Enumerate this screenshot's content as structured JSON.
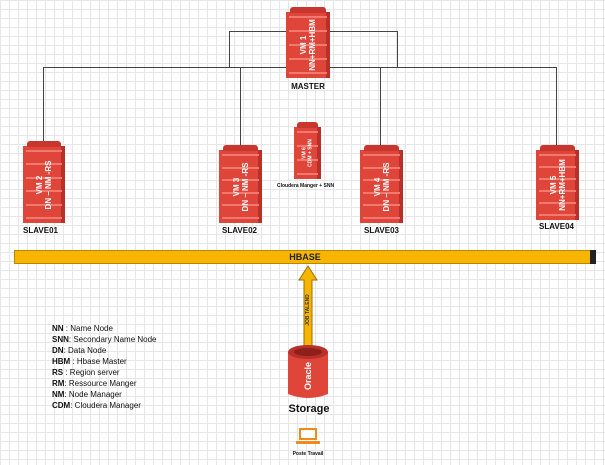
{
  "master": {
    "vm": "VM 1",
    "roles": "NN+RM+HBM",
    "label": "MASTER"
  },
  "slaves": [
    {
      "vm": "VM 2",
      "roles": "DN – NM -RS",
      "label": "SLAVE01"
    },
    {
      "vm": "VM 3",
      "roles": "DN – NM -RS",
      "label": "SLAVE02"
    },
    {
      "vm": "VM 4",
      "roles": "DN – NM -RS",
      "label": "SLAVE03"
    },
    {
      "vm": "VM 5",
      "roles": "NN+RM+HBM",
      "label": "SLAVE04"
    }
  ],
  "cloudera": {
    "vm": "VM 6",
    "roles": "CDM + SNN",
    "label": "Cloudera Manger + SNN"
  },
  "hbase": {
    "label": "HBASE"
  },
  "job": {
    "label": "JOB TALEND"
  },
  "storage": {
    "db": "Oracle",
    "label": "Storage"
  },
  "workstation": {
    "label": "Poste Travail"
  },
  "legend": [
    {
      "abbr": "NN",
      "sep": " : ",
      "desc": "Name Node"
    },
    {
      "abbr": "SNN",
      "sep": ": ",
      "desc": "Secondary Name Node"
    },
    {
      "abbr": "DN",
      "sep": ": ",
      "desc": "Data Node"
    },
    {
      "abbr": "HBM",
      "sep": " : ",
      "desc": "Hbase Master"
    },
    {
      "abbr": "RS",
      "sep": " : ",
      "desc": "Region server"
    },
    {
      "abbr": "RM",
      "sep": ": ",
      "desc": "Ressource Manger"
    },
    {
      "abbr": "NM",
      "sep": ": ",
      "desc": "Node Manager"
    },
    {
      "abbr": "CDM",
      "sep": ": ",
      "desc": "Cloudera Manager"
    }
  ],
  "colors": {
    "server": "#e0453a",
    "bus": "#f7b500",
    "arrow": "#f7b500",
    "laptop": "#f08a1c"
  }
}
